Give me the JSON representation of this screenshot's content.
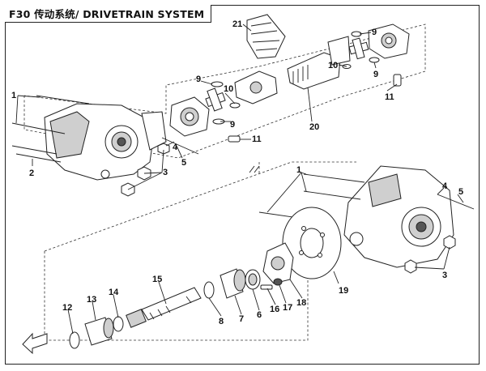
{
  "title": "F30 传动系统/ DRIVETRAIN SYSTEM",
  "callouts": [
    "1",
    "2",
    "3",
    "4",
    "5",
    "9",
    "10",
    "9",
    "11",
    "21",
    "9",
    "10",
    "9",
    "11",
    "20",
    "1",
    "4",
    "5",
    "3",
    "15",
    "14",
    "13",
    "12",
    "8",
    "7",
    "6",
    "16",
    "17",
    "18",
    "19"
  ]
}
